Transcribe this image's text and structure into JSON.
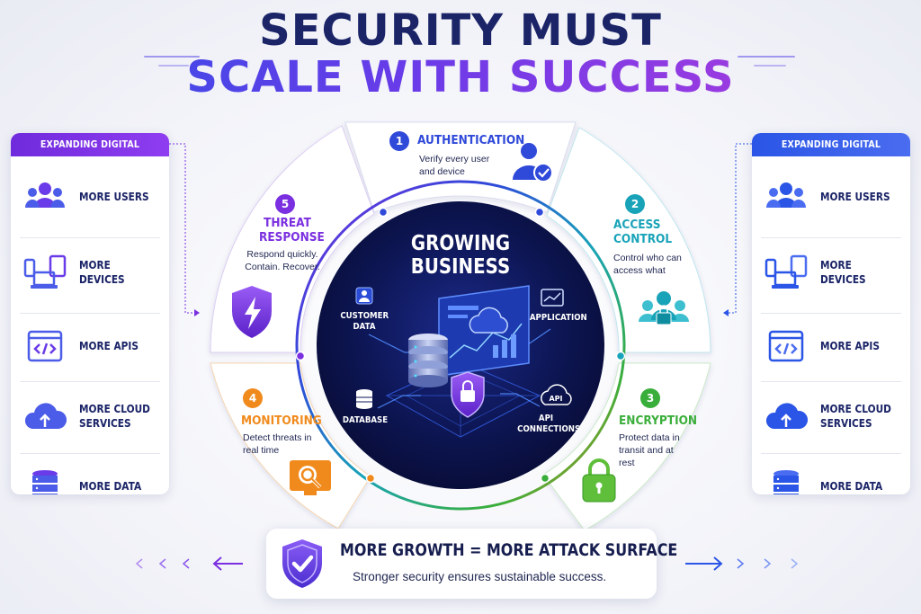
{
  "title": {
    "line1": "SECURITY MUST",
    "line2": "SCALE WITH SUCCESS"
  },
  "left_panel": {
    "header": "EXPANDING DIGITAL ENVIRONMENT",
    "items": [
      {
        "label": "MORE USERS",
        "icon": "users-icon"
      },
      {
        "label": "MORE DEVICES",
        "icon": "devices-icon"
      },
      {
        "label": "MORE APIS",
        "icon": "api-code-icon"
      },
      {
        "label": "MORE CLOUD SERVICES",
        "icon": "cloud-upload-icon"
      },
      {
        "label": "MORE DATA",
        "icon": "database-icon"
      }
    ]
  },
  "right_panel": {
    "header": "EXPANDING DIGITAL ENVIRONMENT",
    "items": [
      {
        "label": "MORE USERS",
        "icon": "users-icon"
      },
      {
        "label": "MORE DEVICES",
        "icon": "devices-icon"
      },
      {
        "label": "MORE APIS",
        "icon": "api-code-icon"
      },
      {
        "label": "MORE CLOUD SERVICES",
        "icon": "cloud-upload-icon"
      },
      {
        "label": "MORE DATA",
        "icon": "database-icon"
      }
    ]
  },
  "segments": [
    {
      "number": "1",
      "title": "AUTHENTICATION",
      "description": "Verify every user and device",
      "color": "#2f49d9",
      "icon": "user-check-icon"
    },
    {
      "number": "2",
      "title": "ACCESS CONTROL",
      "description": "Control who can access what",
      "color": "#18a3b8",
      "icon": "group-lock-icon"
    },
    {
      "number": "3",
      "title": "ENCRYPTION",
      "description": "Protect data in transit and at rest",
      "color": "#3aae3a",
      "icon": "padlock-icon"
    },
    {
      "number": "4",
      "title": "MONITORING",
      "description": "Detect threats in real time",
      "color": "#f08a1c",
      "icon": "monitor-magnifier-icon"
    },
    {
      "number": "5",
      "title": "THREAT RESPONSE",
      "description": "Respond quickly. Contain. Recover.",
      "color": "#7a2fe0",
      "icon": "shield-bolt-icon"
    }
  ],
  "center": {
    "title": "GROWING BUSINESS",
    "labels": {
      "customer_data": "CUSTOMER DATA",
      "application": "APPLICATION",
      "database": "DATABASE",
      "api_connections": "API CONNECTIONS",
      "api_badge": "API"
    }
  },
  "banner": {
    "title": "MORE GROWTH = MORE ATTACK SURFACE",
    "subtitle": "Stronger security ensures sustainable success.",
    "icon": "shield-check-icon"
  },
  "colors": {
    "navy": "#1b2467",
    "purple": "#7a2fe0",
    "blue": "#2f49d9",
    "teal": "#18a3b8",
    "green": "#3aae3a",
    "orange": "#f08a1c",
    "center_dark": "#0b1142"
  }
}
